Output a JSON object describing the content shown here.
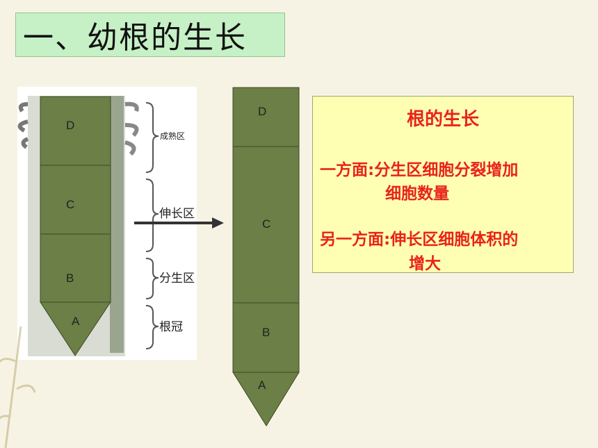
{
  "title": "一、幼根的生长",
  "left_diagram": {
    "segments": [
      "D",
      "C",
      "B",
      "A"
    ],
    "zones": [
      "成熟区",
      "伸长区",
      "分生区",
      "根冠"
    ]
  },
  "right_diagram": {
    "segments": [
      "D",
      "C",
      "B",
      "A"
    ]
  },
  "info": {
    "heading": "根的生长",
    "line1": "一方面:分生区细胞分裂增加",
    "line2": "细胞数量",
    "line3": "另一方面:伸长区细胞体积的",
    "line4": "增大"
  },
  "colors": {
    "segment_fill": "#6b7f46",
    "text_red": "#e8231a",
    "title_bg": "#c6f0c6",
    "info_bg": "#ffffb4"
  }
}
